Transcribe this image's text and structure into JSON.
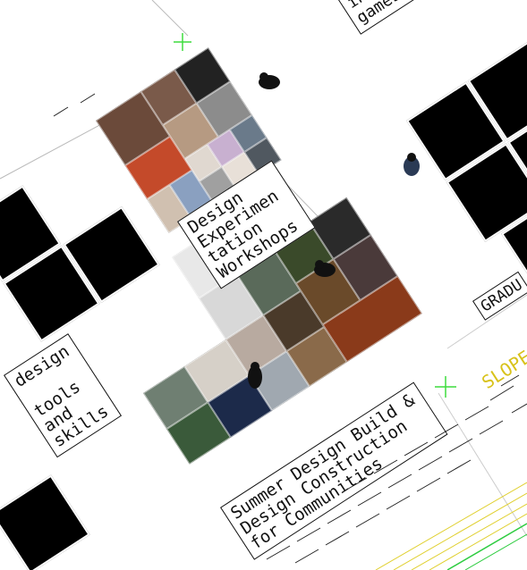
{
  "labels": {
    "top_partial": "Fi\ninte\ngames A",
    "design_workshops": "Design\nExperimen\ntation\nWorkshops",
    "design_tools": "design\n\ntools\nand\nskills",
    "summer_build": "Summer Design Build &\nDesign Construction\nfor Communities",
    "grad_partial": "GRADU",
    "slope": "SLOPE"
  },
  "icons": {
    "figure": "person-silhouette-icon",
    "crosshair": "crosshair-plus-icon"
  },
  "colors": {
    "background": "#ffffff",
    "blocks": "#000000",
    "crosshair": "#3ddc3d",
    "slope_text": "#d8c21a",
    "slope_lines": "#e0d030",
    "green_line": "#2ecc40"
  }
}
